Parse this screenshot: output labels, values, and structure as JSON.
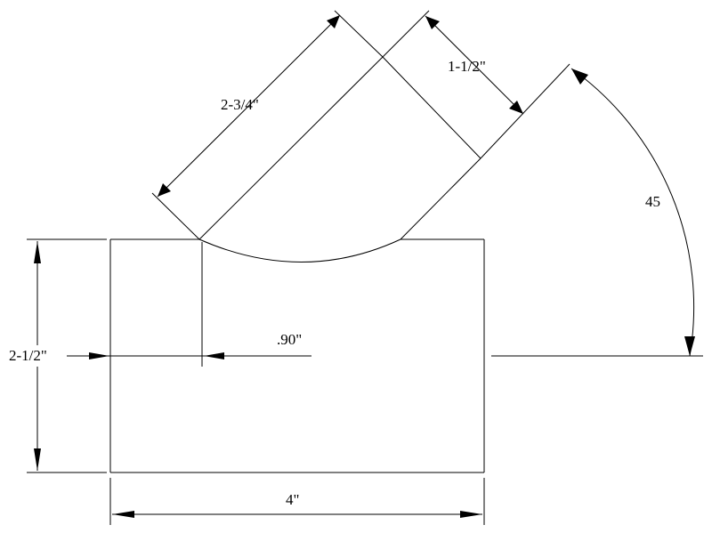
{
  "dimensions": {
    "branch_length": "2-3/4\"",
    "branch_width": "1-1/2\"",
    "angle": "45",
    "height": "2-1/2\"",
    "offset": ".90\"",
    "width": "4\""
  }
}
